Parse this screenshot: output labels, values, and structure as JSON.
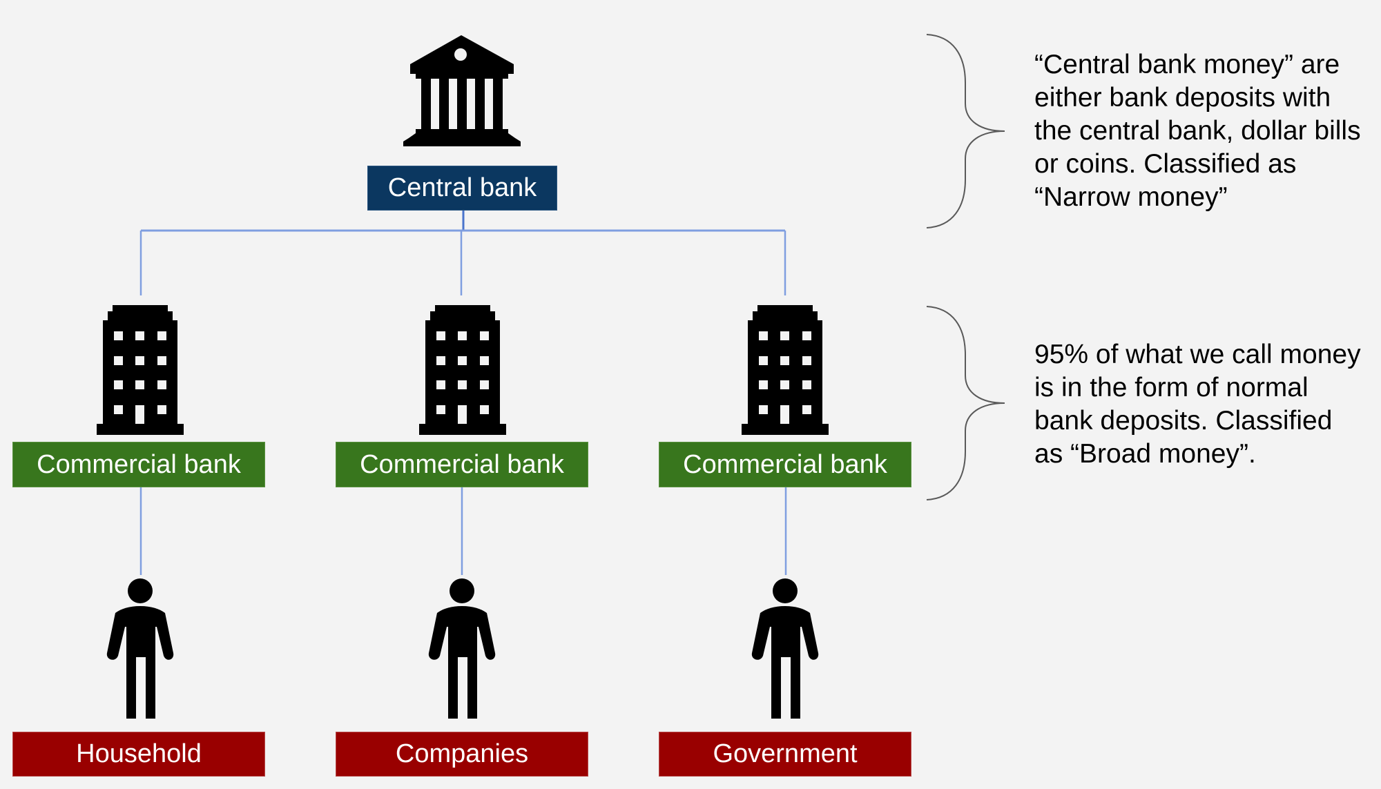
{
  "colors": {
    "background": "#f3f3f3",
    "central_box": "#0b3760",
    "commercial_box": "#38761d",
    "client_box": "#990000",
    "connector": "#6f93d8",
    "brace": "#595959"
  },
  "central": {
    "icon": "bank-building-icon",
    "label": "Central bank"
  },
  "commercial_banks": [
    {
      "icon": "office-building-icon",
      "label": "Commercial bank"
    },
    {
      "icon": "office-building-icon",
      "label": "Commercial bank"
    },
    {
      "icon": "office-building-icon",
      "label": "Commercial bank"
    }
  ],
  "clients": [
    {
      "icon": "person-icon",
      "label": "Household"
    },
    {
      "icon": "person-icon",
      "label": "Companies"
    },
    {
      "icon": "person-icon",
      "label": "Government"
    }
  ],
  "annotations": {
    "narrow": {
      "lines": [
        "“Central bank money” are",
        "either bank deposits with",
        "the central bank, dollar bills",
        "or coins. Classified as",
        "“Narrow money”"
      ]
    },
    "broad": {
      "lines": [
        "95% of what we call money",
        "is in the form of normal",
        "bank deposits. Classified",
        "as “Broad money”."
      ]
    }
  }
}
